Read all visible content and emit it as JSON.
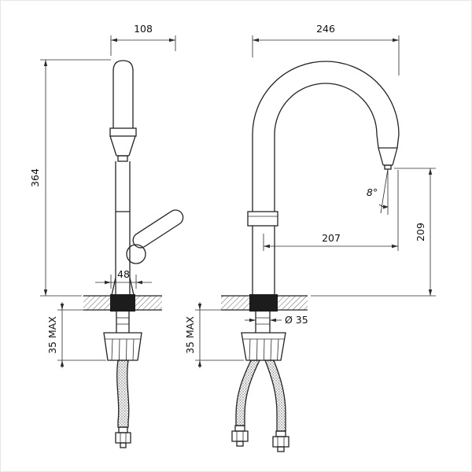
{
  "drawing": {
    "labels": {
      "left_depth": "108",
      "left_height": "364",
      "left_base_width": "48",
      "left_under_counter": "35 MAX",
      "right_reach": "246",
      "right_outlet_height": "209",
      "right_projection": "207",
      "right_angle": "8°",
      "right_base_diameter": "Ø 35",
      "right_under_counter": "35 MAX"
    }
  }
}
